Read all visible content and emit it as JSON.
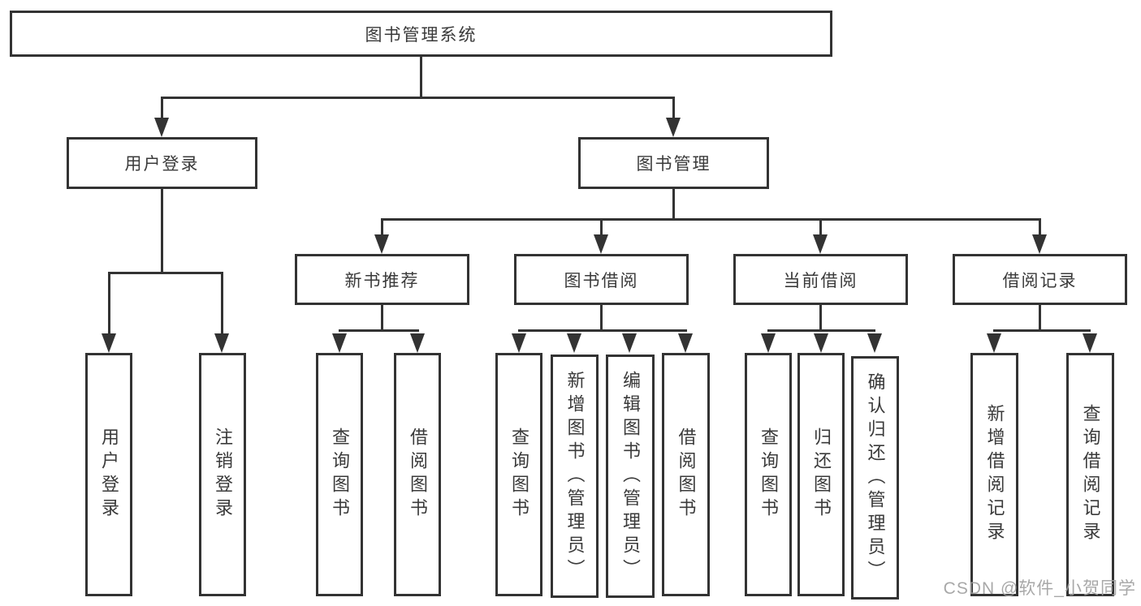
{
  "diagram": {
    "title": "图书管理系统",
    "root": {
      "label": "图书管理系统"
    },
    "level2": [
      {
        "id": "user-login",
        "label": "用户登录"
      },
      {
        "id": "book-management",
        "label": "图书管理"
      }
    ],
    "level3": [
      {
        "id": "new-book-recommend",
        "label": "新书推荐"
      },
      {
        "id": "book-borrowing",
        "label": "图书借阅"
      },
      {
        "id": "current-borrowing",
        "label": "当前借阅"
      },
      {
        "id": "borrowing-records",
        "label": "借阅记录"
      }
    ],
    "leaves": {
      "user_login": [
        "用户登录",
        "注销登录"
      ],
      "new_book_recommend": [
        "查询图书",
        "借阅图书"
      ],
      "book_borrowing": [
        "查询图书",
        "新增图书（管理员）",
        "编辑图书（管理员）",
        "借阅图书"
      ],
      "current_borrowing": [
        "查询图书",
        "归还图书",
        "确认归还（管理员）"
      ],
      "borrowing_records": [
        "新增借阅记录",
        "查询借阅记录"
      ]
    }
  },
  "watermark": "CSDN @软件_小贺同学",
  "colors": {
    "line": "#333333",
    "text": "#3a3a3a",
    "watermark": "#9e9e9e",
    "background": "#ffffff"
  }
}
